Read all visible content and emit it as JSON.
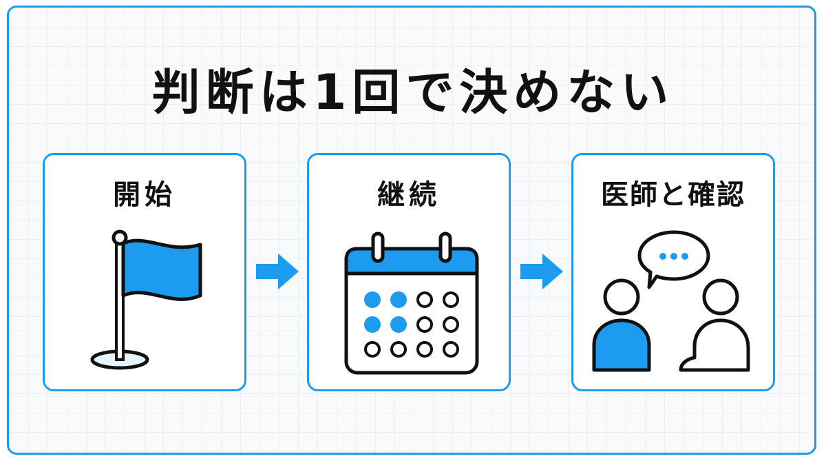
{
  "title": "判断は1回で決めない",
  "steps": [
    {
      "label": "開始",
      "icon": "flag-icon"
    },
    {
      "label": "継続",
      "icon": "calendar-icon"
    },
    {
      "label": "医師と確認",
      "icon": "conversation-icon"
    }
  ],
  "colors": {
    "accent": "#1d9bf0",
    "ink": "#111111",
    "background": "#f9fafb"
  }
}
